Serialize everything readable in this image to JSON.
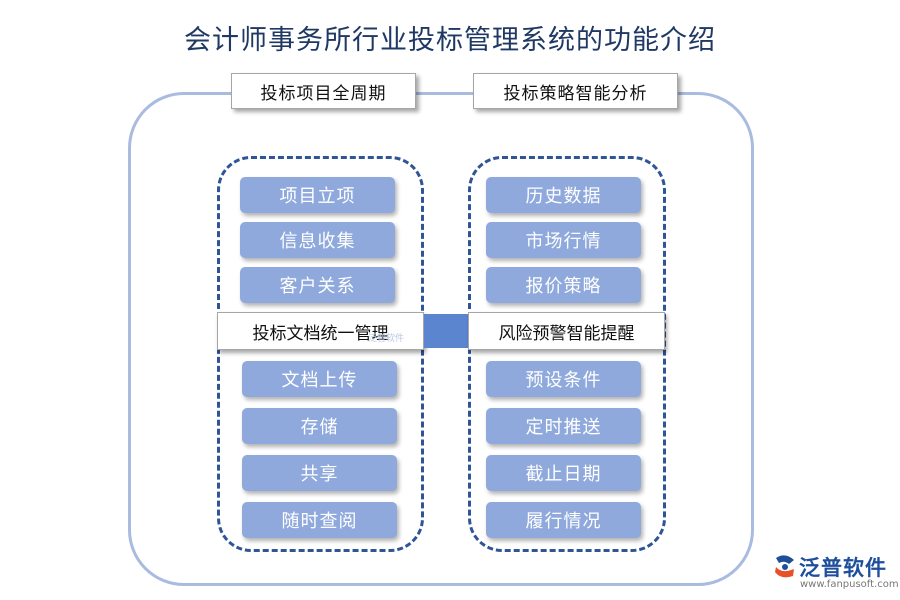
{
  "title": "会计师事务所行业投标管理系统的功能介绍",
  "headers": {
    "left": "投标项目全周期",
    "right": "投标策略智能分析"
  },
  "left_panel": {
    "top_items": [
      "项目立项",
      "信息收集",
      "客户关系"
    ],
    "mid_label": "投标文档统一管理",
    "bottom_items": [
      "文档上传",
      "存储",
      "共享",
      "随时查阅"
    ]
  },
  "right_panel": {
    "top_items": [
      "历史数据",
      "市场行情",
      "报价策略"
    ],
    "mid_label": "风险预警智能提醒",
    "bottom_items": [
      "预设条件",
      "定时推送",
      "截止日期",
      "履行情况"
    ]
  },
  "watermark": "泛普软件",
  "logo": {
    "name": "泛普软件",
    "url": "www.fanpusoft.com",
    "icon": "fanpu-logo-icon",
    "brand_color": "#1f4e9c",
    "accent_color": "#e8502a"
  },
  "colors": {
    "title": "#1f3864",
    "item_fill": "#8fa9dc",
    "dashed_border": "#2f5597",
    "outer_frame": "#aabbe0",
    "connector": "#5b85cf"
  }
}
